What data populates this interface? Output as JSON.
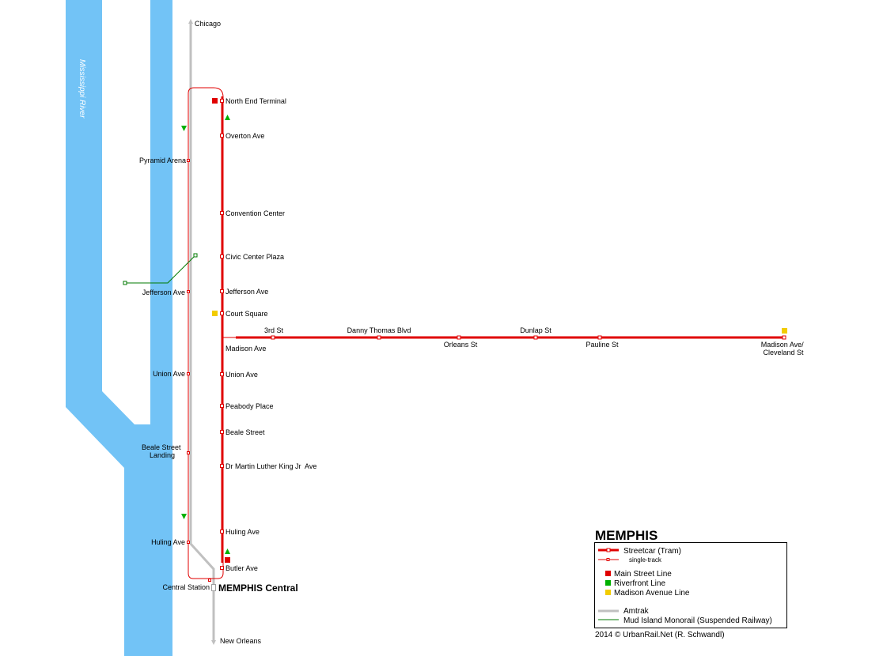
{
  "title": "MEMPHIS",
  "colors": {
    "river": "#72C3F6",
    "streetcar": "#E00000",
    "amtrak": "#C0C0C0",
    "monorail": "#007A00",
    "main_street_line": "#E00000",
    "riverfront_line": "#00B000",
    "madison_avenue_line": "#F2CC00"
  },
  "river_label": "Mississippi River",
  "main_street_stations": [
    "North End Terminal",
    "Overton Ave",
    "Convention Center",
    "Civic Center Plaza",
    "Jefferson Ave",
    "Court Square",
    "Madison Ave",
    "Union Ave",
    "Peabody Place",
    "Beale Street",
    "Dr Martin Luther King Jr  Ave",
    "Huling Ave",
    "Butler Ave"
  ],
  "riverfront_stations": [
    "Pyramid Arena",
    "Jefferson Ave",
    "Union Ave",
    "Beale Street Landing",
    "Huling Ave",
    "Central Station"
  ],
  "madison_stations_above": [
    "3rd St",
    "Danny Thomas Blvd",
    "Dunlap St"
  ],
  "madison_stations_below": [
    "Orleans St",
    "Pauline St",
    "Madison Ave/ Cleveland St"
  ],
  "amtrak": {
    "north": "Chicago",
    "south": "New Orleans",
    "station": "MEMPHIS Central"
  },
  "legend": {
    "streetcar": "Streetcar (Tram)",
    "single_track": "single-track",
    "main_street_line": "Main Street Line",
    "riverfront_line": "Riverfront Line",
    "madison_avenue_line": "Madison Avenue Line",
    "amtrak": "Amtrak",
    "monorail": "Mud Island Monorail (Suspended Railway)"
  },
  "copyright": "2014 © UrbanRail.Net (R. Schwandl)"
}
